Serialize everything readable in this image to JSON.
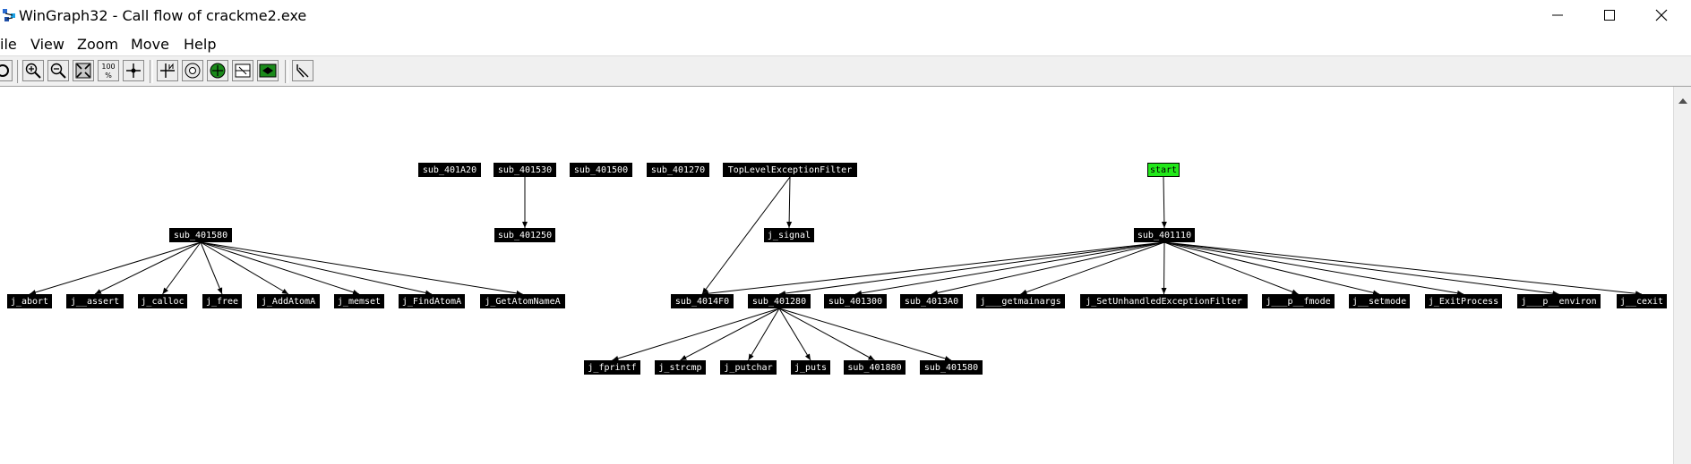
{
  "window": {
    "title": "WinGraph32 - Call flow of crackme2.exe"
  },
  "menu": [
    "ile",
    "View",
    "Zoom",
    "Move",
    "Help"
  ],
  "toolbar": {
    "buttons": [
      "open-icon",
      "zoom-in-icon",
      "zoom-out-icon",
      "fit-icon",
      "zoom-100-icon",
      "center-icon",
      "crosshair-icon",
      "globe-icon",
      "globe-green-icon",
      "layout-icon",
      "fish-icon",
      "arrow-icon"
    ],
    "zoom_100_label": "100\n%"
  },
  "colors": {
    "node_bg": "#000000",
    "node_text": "#ffffff",
    "start_node_bg": "#22e81a",
    "edge": "#000000"
  },
  "graph": {
    "nodes": {
      "sub_401A20": "sub_401A20",
      "sub_401530": "sub_401530",
      "sub_401500": "sub_401500",
      "sub_401270": "sub_401270",
      "TopLevelExceptionFilter": "TopLevelExceptionFilter",
      "start": "start",
      "sub_401580": "sub_401580",
      "sub_401250": "sub_401250",
      "j_signal": "j_signal",
      "sub_401110": "sub_401110",
      "j_abort": "j_abort",
      "j__assert": "j__assert",
      "j_calloc": "j_calloc",
      "j_free": "j_free",
      "j_AddAtomA": "j_AddAtomA",
      "j_memset": "j_memset",
      "j_FindAtomA": "j_FindAtomA",
      "j_GetAtomNameA": "j_GetAtomNameA",
      "sub_4014F0": "sub_4014F0",
      "sub_401280": "sub_401280",
      "sub_401300": "sub_401300",
      "sub_4013A0": "sub_4013A0",
      "j___getmainargs": "j___getmainargs",
      "j_SetUnhandledExceptionFilter": "j_SetUnhandledExceptionFilter",
      "j___p__fmode": "j___p__fmode",
      "j__setmode": "j__setmode",
      "j_ExitProcess": "j_ExitProcess",
      "j___p__environ": "j___p__environ",
      "j__cexit": "j__cexit",
      "j_fprintf": "j_fprintf",
      "j_strcmp": "j_strcmp",
      "j_putchar": "j_putchar",
      "j_puts": "j_puts",
      "sub_401880": "sub_401880",
      "sub_401580b": "sub_401580"
    },
    "edges": [
      [
        "sub_401530",
        "sub_401250"
      ],
      [
        "TopLevelExceptionFilter",
        "j_signal"
      ],
      [
        "TopLevelExceptionFilter",
        "sub_4014F0"
      ],
      [
        "start",
        "sub_401110"
      ],
      [
        "sub_401580",
        "j_abort"
      ],
      [
        "sub_401580",
        "j__assert"
      ],
      [
        "sub_401580",
        "j_calloc"
      ],
      [
        "sub_401580",
        "j_free"
      ],
      [
        "sub_401580",
        "j_AddAtomA"
      ],
      [
        "sub_401580",
        "j_memset"
      ],
      [
        "sub_401580",
        "j_FindAtomA"
      ],
      [
        "sub_401580",
        "j_GetAtomNameA"
      ],
      [
        "sub_401110",
        "sub_4014F0"
      ],
      [
        "sub_401110",
        "sub_401280"
      ],
      [
        "sub_401110",
        "sub_401300"
      ],
      [
        "sub_401110",
        "sub_4013A0"
      ],
      [
        "sub_401110",
        "j___getmainargs"
      ],
      [
        "sub_401110",
        "j_SetUnhandledExceptionFilter"
      ],
      [
        "sub_401110",
        "j___p__fmode"
      ],
      [
        "sub_401110",
        "j__setmode"
      ],
      [
        "sub_401110",
        "j_ExitProcess"
      ],
      [
        "sub_401110",
        "j___p__environ"
      ],
      [
        "sub_401110",
        "j__cexit"
      ],
      [
        "sub_401280",
        "j_fprintf"
      ],
      [
        "sub_401280",
        "j_strcmp"
      ],
      [
        "sub_401280",
        "j_putchar"
      ],
      [
        "sub_401280",
        "j_puts"
      ],
      [
        "sub_401280",
        "sub_401880"
      ],
      [
        "sub_401280",
        "sub_401580b"
      ]
    ]
  }
}
